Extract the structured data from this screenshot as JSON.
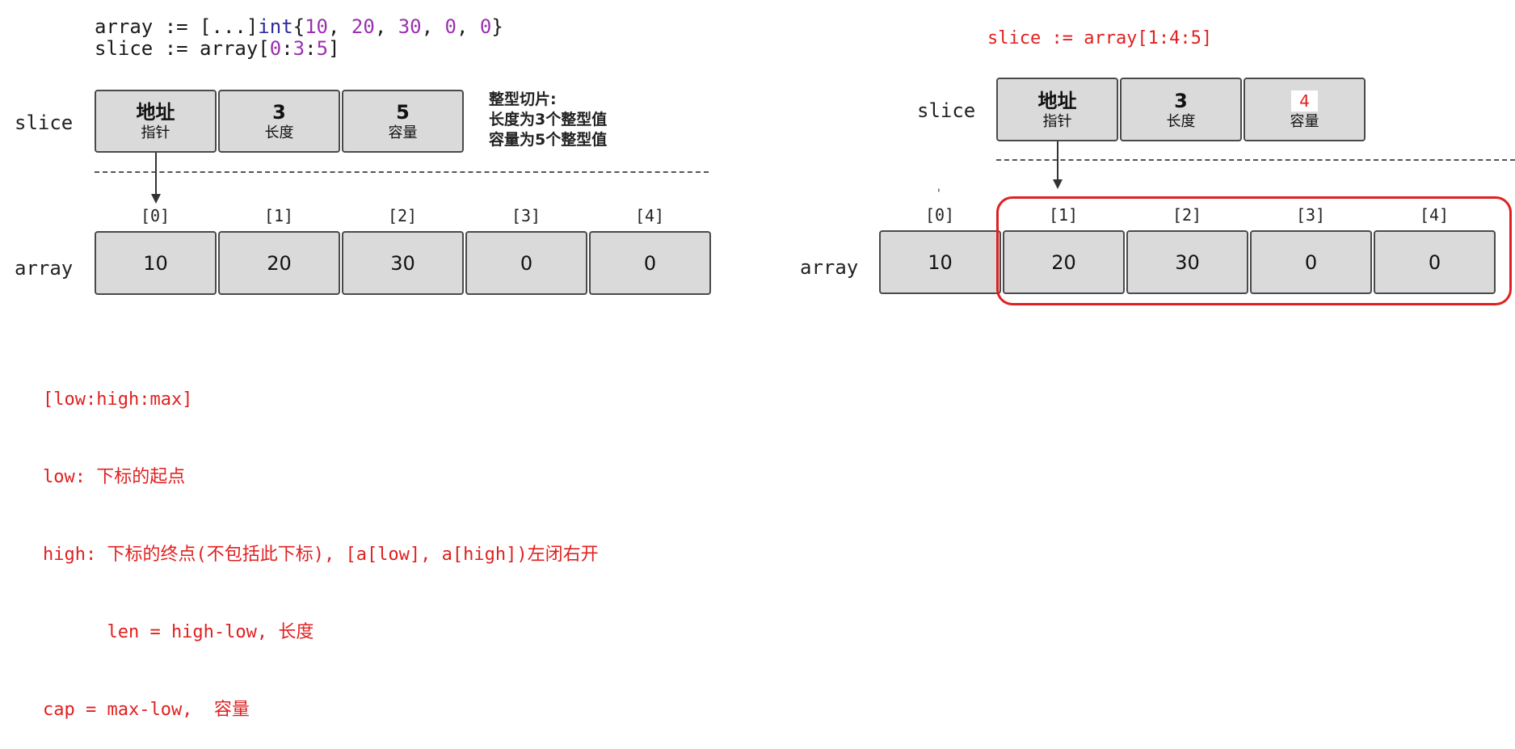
{
  "left": {
    "code_line1_prefix": "array := [...]",
    "code_line1_kw": "int",
    "code_line1_open": "{",
    "code_line1_values": [
      "10",
      "20",
      "30",
      "0",
      "0"
    ],
    "code_line1_sep": ", ",
    "code_line1_close": "}",
    "code_line2_prefix": "slice := array[",
    "code_line2_args": [
      "0",
      "3",
      "5"
    ],
    "code_line2_colon": ":",
    "code_line2_close": "]",
    "slice_label": "slice",
    "array_label": "array",
    "slice_cells": [
      {
        "top": "地址",
        "bottom": "指针"
      },
      {
        "top": "3",
        "bottom": "长度"
      },
      {
        "top": "5",
        "bottom": "容量"
      }
    ],
    "note_title": "整型切片:",
    "note_line1": "长度为3个整型值",
    "note_line2": "容量为5个整型值",
    "indices": [
      "[0]",
      "[1]",
      "[2]",
      "[3]",
      "[4]"
    ],
    "array_values": [
      "10",
      "20",
      "30",
      "0",
      "0"
    ]
  },
  "right": {
    "code": "slice := array[1:4:5]",
    "slice_label": "slice",
    "array_label": "array",
    "slice_cells": [
      {
        "top": "地址",
        "bottom": "指针"
      },
      {
        "top": "3",
        "bottom": "长度"
      },
      {
        "top": "4",
        "bottom": "容量"
      }
    ],
    "tick_mark": "'",
    "indices": [
      "[0]",
      "[1]",
      "[2]",
      "[3]",
      "[4]"
    ],
    "array_values": [
      "10",
      "20",
      "30",
      "0",
      "0"
    ],
    "highlight_color": "#e02020"
  },
  "notes": {
    "line1": "[low:high:max]",
    "line2": "low: 下标的起点",
    "line3": "high: 下标的终点(不包括此下标), [a[low], a[high])左闭右开",
    "line4": "      len = high-low, 长度",
    "line5": "cap = max-low,  容量"
  }
}
